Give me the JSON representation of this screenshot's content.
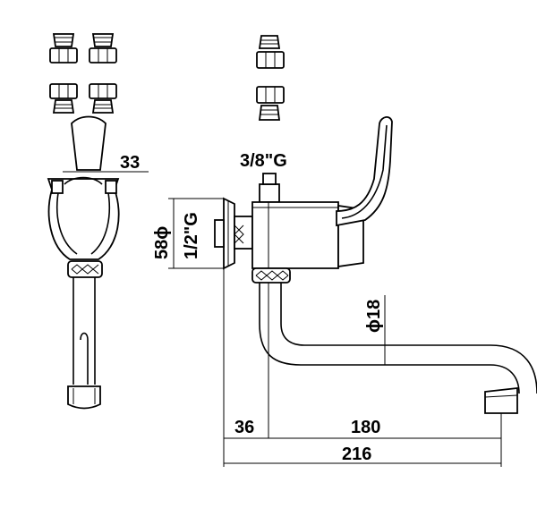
{
  "dimensions": {
    "d33": "33",
    "d58": "58ϕ",
    "half_inch_g": "1/2\"G",
    "three_eighths_g": "3/8\"G",
    "d18": "ϕ18",
    "d36": "36",
    "d180": "180",
    "d216": "216"
  }
}
